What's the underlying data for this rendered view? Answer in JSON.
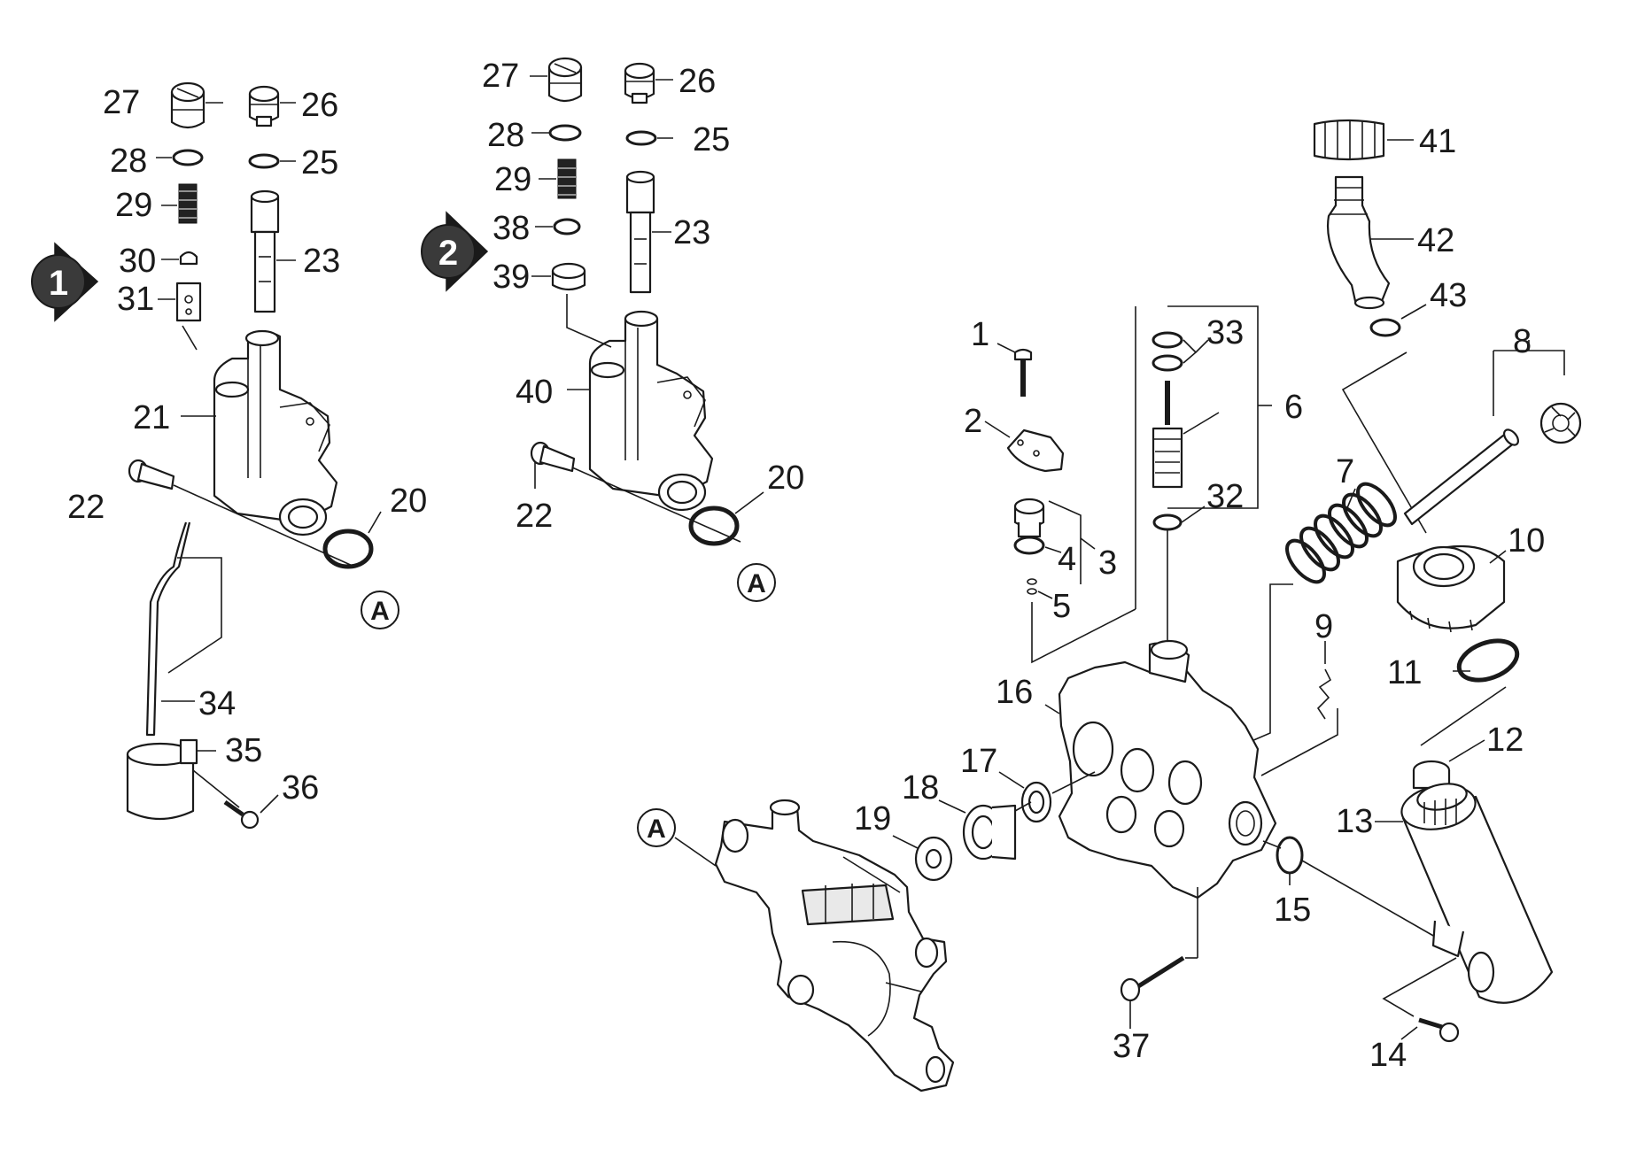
{
  "markers": [
    {
      "id": "variant-1",
      "text": "1"
    },
    {
      "id": "variant-2",
      "text": "2"
    }
  ],
  "reference_letter": "A",
  "variant1_labels": {
    "p27": "27",
    "p26": "26",
    "p28": "28",
    "p25": "25",
    "p29": "29",
    "p30": "30",
    "p23": "23",
    "p31": "31",
    "p21": "21",
    "p22": "22",
    "p20": "20",
    "p34": "34",
    "p35": "35",
    "p36": "36"
  },
  "variant2_labels": {
    "p27": "27",
    "p26": "26",
    "p28": "28",
    "p25": "25",
    "p29": "29",
    "p23": "23",
    "p38": "38",
    "p39": "39",
    "p40": "40",
    "p22": "22",
    "p20": "20"
  },
  "main_labels": {
    "p41": "41",
    "p42": "42",
    "p43": "43",
    "p33": "33",
    "p1": "1",
    "p8": "8",
    "p6": "6",
    "p2": "2",
    "p7": "7",
    "p32": "32",
    "p10": "10",
    "p4": "4",
    "p3": "3",
    "p5": "5",
    "p9": "9",
    "p11": "11",
    "p16": "16",
    "p12": "12",
    "p17": "17",
    "p18": "18",
    "p19": "19",
    "p13": "13",
    "p15": "15",
    "p37": "37",
    "p14": "14"
  }
}
